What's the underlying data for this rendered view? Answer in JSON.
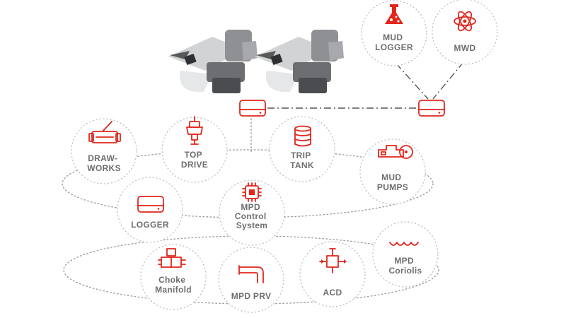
{
  "diagram": {
    "nodes": {
      "mud_logger": {
        "label": [
          "MUD",
          "LOGGER"
        ],
        "icon": "flask-icon"
      },
      "mwd": {
        "label": [
          "MWD"
        ],
        "icon": "atom-icon"
      },
      "drawworks": {
        "label": [
          "DRAW-",
          "WORKS"
        ],
        "icon": "drawworks-icon"
      },
      "top_drive": {
        "label": [
          "TOP",
          "DRIVE"
        ],
        "icon": "top-drive-icon"
      },
      "trip_tank": {
        "label": [
          "TRIP",
          "TANK"
        ],
        "icon": "barrel-icon"
      },
      "mud_pumps": {
        "label": [
          "MUD",
          "PUMPS"
        ],
        "icon": "pump-icon"
      },
      "logger": {
        "label": [
          "LOGGER"
        ],
        "icon": "server-icon"
      },
      "mpd_control": {
        "label": [
          "MPD",
          "Control",
          "System"
        ],
        "icon": "chip-icon"
      },
      "mpd_coriolis": {
        "label": [
          "MPD",
          "Coriolis"
        ],
        "icon": "wave-icon"
      },
      "choke_manifold": {
        "label": [
          "Choke",
          "Manifold"
        ],
        "icon": "valve-icon"
      },
      "mpd_prv": {
        "label": [
          "MPD PRV"
        ],
        "icon": "pipe-icon"
      },
      "acd": {
        "label": [
          "ACD"
        ],
        "icon": "acd-icon"
      }
    },
    "colors": {
      "accent": "#e1261c",
      "text": "#6d6e71",
      "chair": "#54565a",
      "chair_light": "#a7a9ac"
    }
  }
}
